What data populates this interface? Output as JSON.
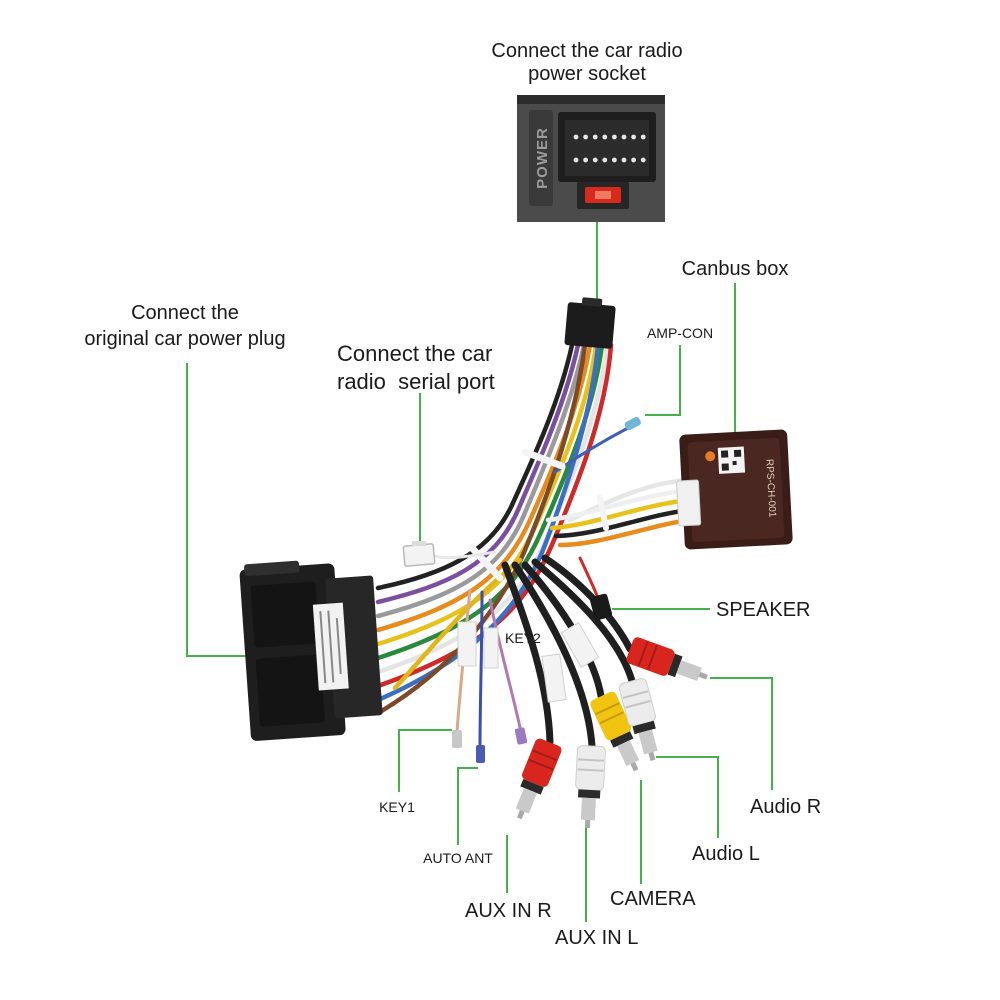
{
  "labels": {
    "power_socket": [
      "Connect the car radio",
      "power socket"
    ],
    "canbus_box": "Canbus box",
    "amp_con": "AMP-CON",
    "original_plug": [
      "Connect the",
      "original car power plug"
    ],
    "serial_port": [
      "Connect the car",
      "radio  serial port"
    ],
    "speaker": "SPEAKER",
    "key2": "KEY2",
    "audio_r": "Audio R",
    "key1": "KEY1",
    "audio_l": "Audio L",
    "auto_ant": "AUTO ANT",
    "camera": "CAMERA",
    "aux_in_r": "AUX IN R",
    "aux_in_l": "AUX IN L"
  },
  "printed": {
    "connector_marking": "POWER",
    "canbus_model": "RPS-CH-001"
  },
  "colors": {
    "leader_line": "#46b04a",
    "rca_red": "#d8261e",
    "rca_white": "#ececec",
    "rca_yellow": "#f1c40f",
    "canbus_box": "#3b1d17",
    "fuse": "#d62a1e"
  }
}
